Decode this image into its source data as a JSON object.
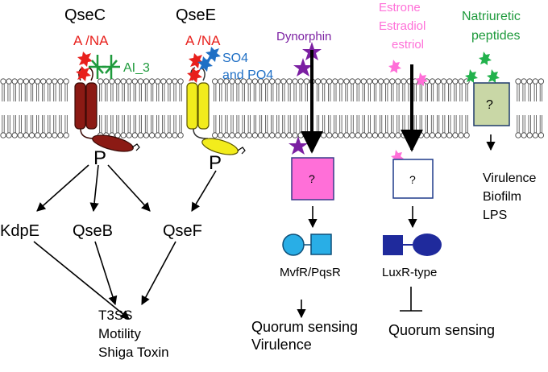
{
  "receptors": {
    "qsec": {
      "name": "QseC",
      "ligand": "A /NA",
      "cosignal": "AI_3",
      "phospho": "P"
    },
    "qsee": {
      "name": "QseE",
      "ligand": "A /NA",
      "cosignal_line1": "SO4",
      "cosignal_line2": "and PO4",
      "phospho": "P"
    }
  },
  "regulators": {
    "kdpe": "KdpE",
    "qseb": "QseB",
    "qsef": "QseF"
  },
  "qs_outputs": {
    "line1": "T3SS",
    "line2": "Motility",
    "line3": "Shiga Toxin"
  },
  "dynorphin": {
    "signal": "Dynorphin",
    "receptor": "?",
    "regulator": "MvfR/PqsR",
    "out_line1": "Quorum sensing",
    "out_line2": "Virulence"
  },
  "estrogens": {
    "line1": "Estrone",
    "line2": "Estradiol",
    "line3": "estriol",
    "receptor": "?",
    "regulator": "LuxR-type",
    "output": "Quorum sensing"
  },
  "natriuretic": {
    "line1": "Natriuretic",
    "line2": "peptides",
    "receptor": "?",
    "out_line1": "Virulence",
    "out_line2": "Biofilm",
    "out_line3": "LPS"
  },
  "colors": {
    "red_label": "#e8201c",
    "green_label": "#1e9a3c",
    "blue_label": "#1f6fc5",
    "purple": "#7b1fa2",
    "pink": "#ff6fd8",
    "qsec_fill": "#8b1a14",
    "qsee_fill": "#f2ec1c",
    "mvfr_fill": "#29aee6",
    "luxr_fill": "#1f2a9c",
    "natri_box": "#c9d7a6",
    "natri_green": "#22b24c",
    "sulfate_blue": "#1f6fc5"
  }
}
